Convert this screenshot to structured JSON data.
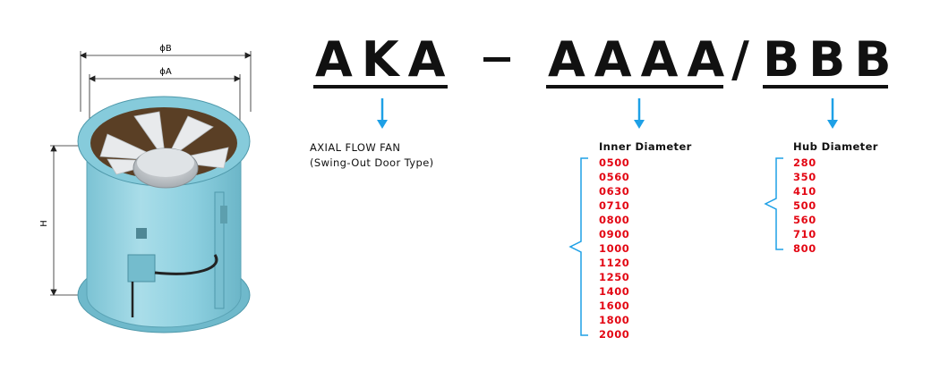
{
  "drawing": {
    "dim_outer": "ϕB",
    "dim_inner": "ϕA",
    "dim_height": "H"
  },
  "code": {
    "part1": "AKA",
    "separator_dash": "–",
    "part2": "AAAA",
    "separator_slash": "/",
    "part3": "BBB"
  },
  "product": {
    "line1": "AXIAL FLOW FAN",
    "line2": "(Swing-Out Door Type)"
  },
  "inner_diameter": {
    "title": "Inner Diameter",
    "values": [
      "0500",
      "0560",
      "0630",
      "0710",
      "0800",
      "0900",
      "1000",
      "1120",
      "1250",
      "1400",
      "1600",
      "1800",
      "2000"
    ]
  },
  "hub_diameter": {
    "title": "Hub Diameter",
    "values": [
      "280",
      "350",
      "410",
      "500",
      "560",
      "710",
      "800"
    ]
  },
  "colors": {
    "arrow": "#1ea0e6",
    "value_text": "#e30613",
    "fan_body": "#8fd0de"
  }
}
